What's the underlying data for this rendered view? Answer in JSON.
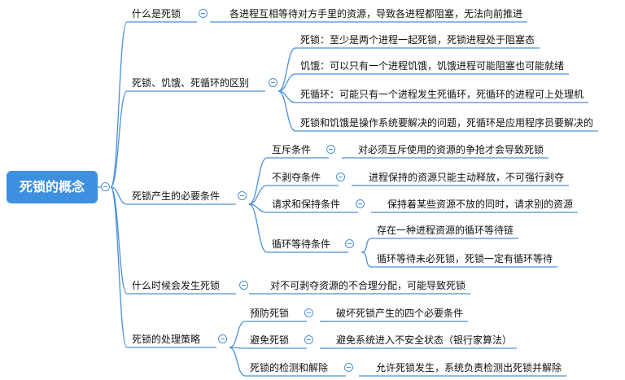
{
  "root": {
    "label": "死锁的概念"
  },
  "branches": [
    {
      "label": "什么是死锁",
      "children": [
        {
          "label": "各进程互相等待对方手里的资源，导致各进程都阻塞，无法向前推进"
        }
      ]
    },
    {
      "label": "死锁、饥饿、死循环的区别",
      "children": [
        {
          "label": "死锁：至少是两个进程一起死锁，死锁进程处于阻塞态"
        },
        {
          "label": "饥饿：可以只有一个进程饥饿，饥饿进程可能阻塞也可能就绪"
        },
        {
          "label": "死循环：可能只有一个进程发生死循环，死循环的进程可上处理机"
        },
        {
          "label": "死锁和饥饿是操作系统要解决的问题，死循环是应用程序员要解决的"
        }
      ]
    },
    {
      "label": "死锁产生的必要条件",
      "children": [
        {
          "label": "互斥条件",
          "children": [
            {
              "label": "对必须互斥使用的资源的争抢才会导致死锁"
            }
          ]
        },
        {
          "label": "不剥夺条件",
          "children": [
            {
              "label": "进程保持的资源只能主动释放，不可强行剥夺"
            }
          ]
        },
        {
          "label": "请求和保持条件",
          "children": [
            {
              "label": "保持着某些资源不放的同时，请求别的资源"
            }
          ]
        },
        {
          "label": "循环等待条件",
          "children": [
            {
              "label": "存在一种进程资源的循环等待链"
            },
            {
              "label": "循环等待未必死锁，死锁一定有循环等待"
            }
          ]
        }
      ]
    },
    {
      "label": "什么时候会发生死锁",
      "children": [
        {
          "label": "对不可剥夺资源的不合理分配，可能导致死锁"
        }
      ]
    },
    {
      "label": "死锁的处理策略",
      "children": [
        {
          "label": "预防死锁",
          "children": [
            {
              "label": "破坏死锁产生的四个必要条件"
            }
          ]
        },
        {
          "label": "避免死锁",
          "children": [
            {
              "label": "避免系统进入不安全状态（银行家算法）"
            }
          ]
        },
        {
          "label": "死锁的检测和解除",
          "children": [
            {
              "label": "允许死锁发生，系统负责检测出死锁并解除"
            }
          ]
        }
      ]
    }
  ]
}
